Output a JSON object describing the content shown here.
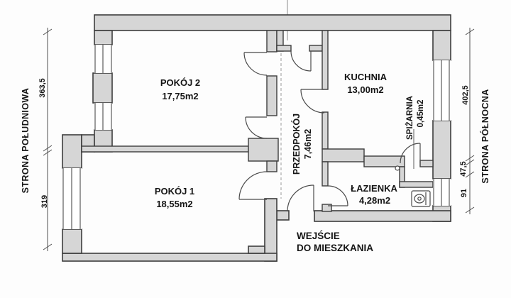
{
  "plan": {
    "rooms": {
      "pokoj2": {
        "name": "POKÓJ 2",
        "area": "17,75m2"
      },
      "pokoj1": {
        "name": "POKÓJ 1",
        "area": "18,55m2"
      },
      "kuchnia": {
        "name": "KUCHNIA",
        "area": "13,00m2"
      },
      "przedpokoj": {
        "name": "PRZEDPOKÓJ",
        "area": "7,46m2"
      },
      "spizarnia": {
        "name": "SPIŻARNIA",
        "area": "0,45m2"
      },
      "lazienka": {
        "name": "ŁAZIENKA",
        "area": "4,28m2"
      }
    },
    "entrance": {
      "line1": "WEJŚCIE",
      "line2": "DO MIESZKANIA"
    },
    "sides": {
      "south": "STRONA POŁUDNIOWA",
      "north": "STRONA PÓŁNOCNA"
    },
    "dimensions": {
      "south_upper": "363,5",
      "south_lower": "319",
      "north_upper": "402,5",
      "north_middle": "47,5",
      "north_lower": "91"
    },
    "colors": {
      "wall_fill": "#d6d6d6",
      "wall_outline": "#3d3d3d",
      "background": "#fdfdfd"
    }
  }
}
